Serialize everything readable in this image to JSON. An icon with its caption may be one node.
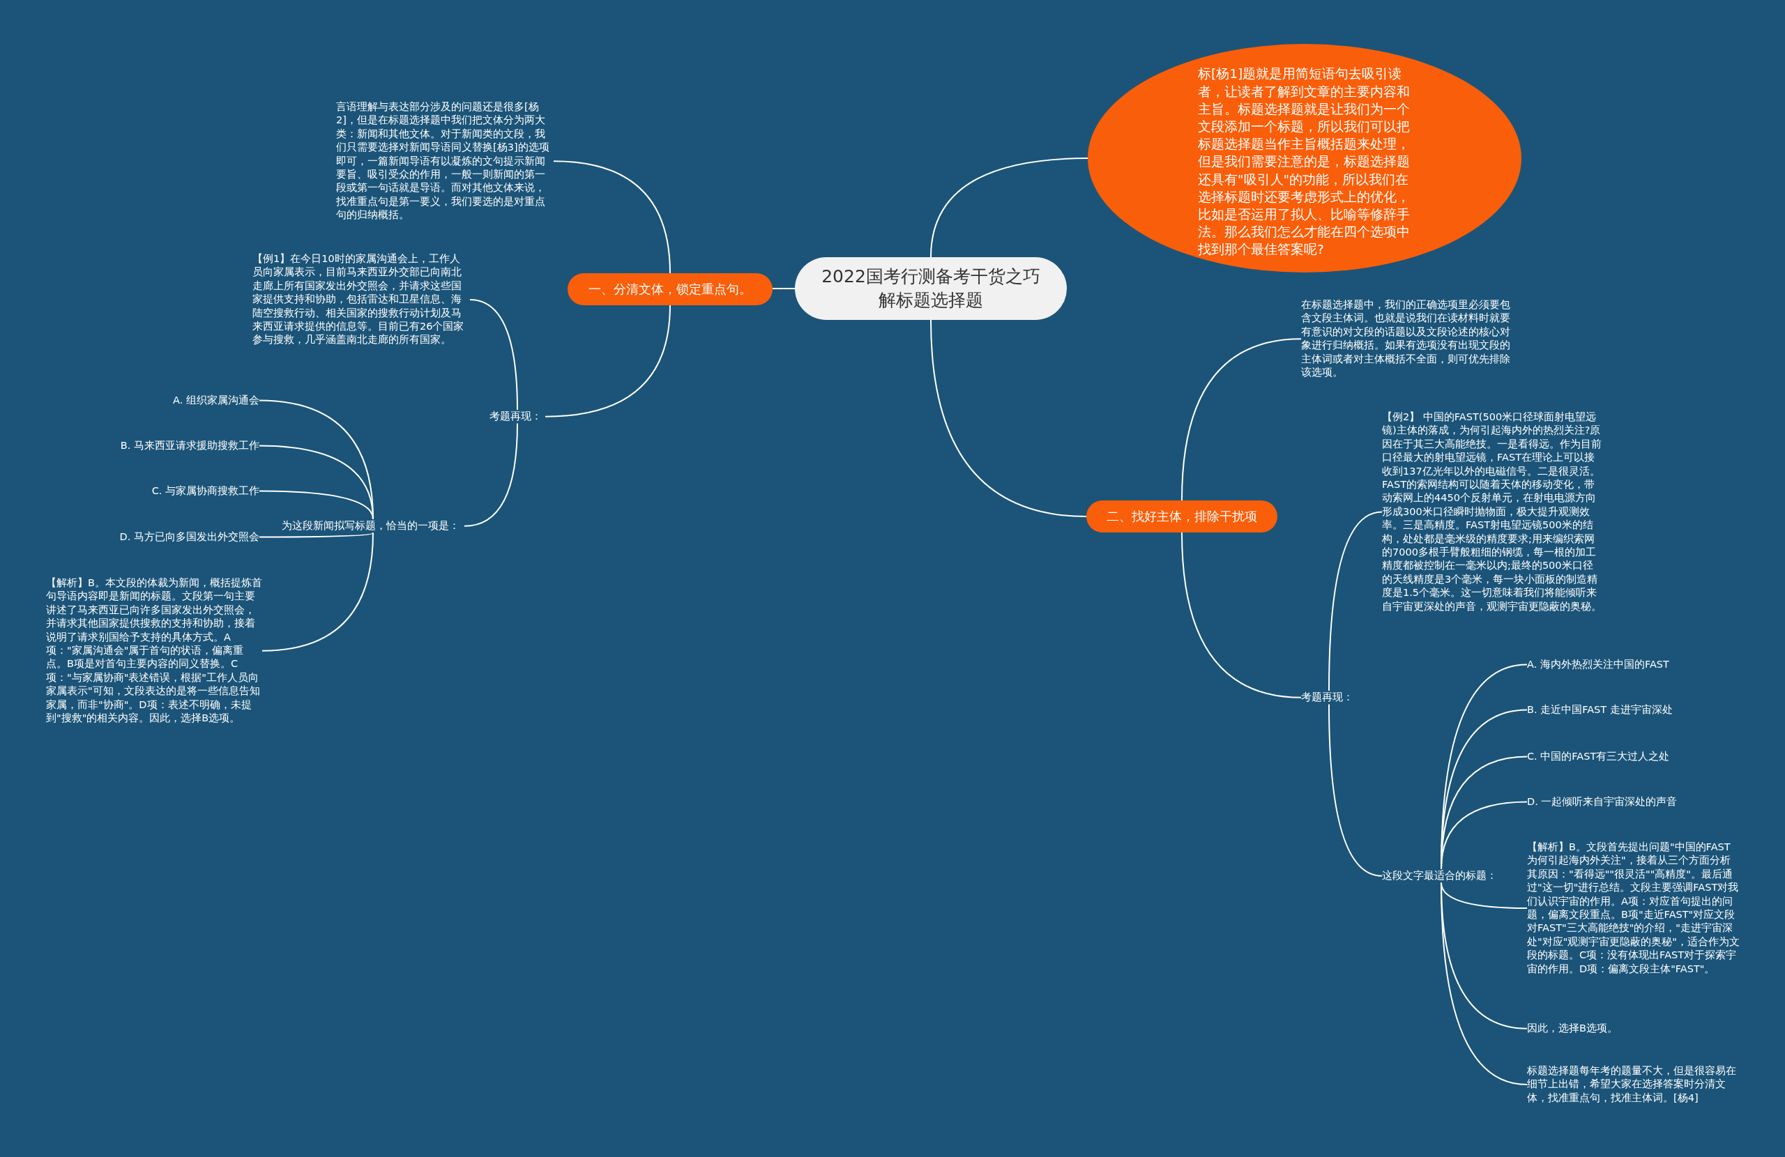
{
  "diagram": {
    "nodes": [
      {
        "text": [
          "2022国考行测备考干货之巧解标题选择题"
        ]
      },
      {
        "text": [
          "标[杨1]题就是用简短语句去吸引读者，让读者了解到文章的主要内容和主旨。标题选择题就是让我们为一个文段添加一个标题，所以我们可以把标题选择题当作主旨概括题来处理，但是我们需要注意的是，标题选择题还具有\"吸引人\"的功能，所以我们在选择标题时还要考虑形式上的优化，比如是否运用了拟人、比喻等修辞手法。那么我们怎么才能在四个选项中找到那个最佳答案呢?"
        ]
      },
      {
        "text": [
          "一、分清文体，锁定重点句。"
        ]
      },
      {
        "text": [
          "言语理解与表达部分涉及的问题还是很多[杨2]，但是在标题选择题中我们把文体分为两大类：新闻和其他文体。对于新闻类的文段，我们只需要选择对新闻导语同义替换[杨3]的选项即可，一篇新闻导语有以凝炼的文句提示新闻要旨、吸引受众的作用，一般一则新闻的第一段或第一句话就是导语。而对其他文体来说，找准重点句是第一要义，我们要选的是对重点句的归纳概括。"
        ]
      },
      {
        "text": [
          "考题再现："
        ]
      },
      {
        "text": [
          "【例1】在今日10时的家属沟通会上，工作人员向家属表示，目前马来西亚外交部已向南北走廊上所有国家发出外交照会，并请求这些国家提供支持和协助，包括雷达和卫星信息、海陆空搜救行动、相关国家的搜救行动计划及马来西亚请求提供的信息等。目前已有26个国家参与搜救，几乎涵盖南北走廊的所有国家。"
        ]
      },
      {
        "text": [
          "为这段新闻拟写标题，恰当的一项是："
        ]
      },
      {
        "text": [
          "A. 组织家属沟通会"
        ]
      },
      {
        "text": [
          "B. 马来西亚请求援助搜救工作"
        ]
      },
      {
        "text": [
          "C. 与家属协商搜救工作"
        ]
      },
      {
        "text": [
          "D. 马方已向多国发出外交照会"
        ]
      },
      {
        "text": [
          "【解析】B。本文段的体裁为新闻，概括提炼首句导语内容即是新闻的标题。文段第一句主要讲述了马来西亚已向许多国家发出外交照会，并请求其他国家提供搜救的支持和协助，接着说明了请求别国给予支持的具体方式。A项：\"家属沟通会\"属于首句的状语，偏离重点。B项是对首句主要内容的同义替换。C项：\"与家属协商\"表述错误，根据\"工作人员向家属表示\"可知，文段表达的是将一些信息告知家属，而非\"协商\"。D项：表述不明确，未提到\"搜救\"的相关内容。因此，选择B选项。"
        ]
      },
      {
        "text": [
          "二、找好主体，排除干扰项"
        ]
      },
      {
        "text": [
          "在标题选择题中，我们的正确选项里必须要包含文段主体词。也就是说我们在读材料时就要有意识的对文段的话题以及文段论述的核心对象进行归纳概括。如果有选项没有出现文段的主体词或者对主体概括不全面，则可优先排除该选项。"
        ]
      },
      {
        "text": [
          "考题再现："
        ]
      },
      {
        "text": [
          "【例2】 中国的FAST(500米口径球面射电望远镜)主体的落成，为何引起海内外的热烈关注?原因在于其三大高能绝技。一是看得远。作为目前口径最大的射电望远镜，FAST在理论上可以接收到137亿光年以外的电磁信号。二是很灵活。FAST的索网结构可以随着天体的移动变化，带动索网上的4450个反射单元，在射电电源方向形成300米口径瞬时抛物面，极大提升观测效率。三是高精度。FAST射电望远镜500米的结构，处处都是毫米级的精度要求;用来编织索网的7000多根手臂般粗细的钢缆，每一根的加工精度都被控制在一毫米以内;最终的500米口径的天线精度是3个毫米，每一块小面板的制造精度是1.5个毫米。这一切意味着我们将能倾听来自宇宙更深处的声音，观测宇宙更隐蔽的奥秘。"
        ]
      },
      {
        "text": [
          "这段文字最适合的标题："
        ]
      },
      {
        "text": [
          "A. 海内外热烈关注中国的FAST"
        ]
      },
      {
        "text": [
          "B. 走近中国FAST 走进宇宙深处"
        ]
      },
      {
        "text": [
          "C. 中国的FAST有三大过人之处"
        ]
      },
      {
        "text": [
          "D. 一起倾听来自宇宙深处的声音"
        ]
      },
      {
        "text": [
          "【解析】B。文段首先提出问题\"中国的FAST为何引起海内外关注\"，接着从三个方面分析其原因：\"看得远\"\"很灵活\"\"高精度\"。最后通过\"这一切\"进行总结。文段主要强调FAST对我们认识宇宙的作用。A项：对应首句提出的问题，偏离文段重点。B项\"走近FAST\"对应文段对FAST\"三大高能绝技\"的介绍，\"走进宇宙深处\"对应\"观测宇宙更隐蔽的奥秘\"，适合作为文段的标题。C项：没有体现出FAST对于探索宇宙的作用。D项：偏离文段主体\"FAST\"。"
        ]
      },
      {
        "text": [
          "因此，选择B选项。"
        ]
      },
      {
        "text": [
          "标题选择题每年考的题量不大，但是很容易在细节上出错，希望大家在选择答案时分清文体，找准重点句，找准主体词。[杨4]"
        ]
      }
    ],
    "edges": [
      {
        "from": 0,
        "to": 1,
        "arrow": "none"
      },
      {
        "from": 0,
        "to": 2,
        "arrow": "none"
      },
      {
        "from": 2,
        "to": 3,
        "arrow": "none"
      },
      {
        "from": 2,
        "to": 4,
        "arrow": "none"
      },
      {
        "from": 4,
        "to": 5,
        "arrow": "none"
      },
      {
        "from": 4,
        "to": 6,
        "arrow": "none"
      },
      {
        "from": 6,
        "to": 7,
        "arrow": "none"
      },
      {
        "from": 6,
        "to": 8,
        "arrow": "none"
      },
      {
        "from": 6,
        "to": 9,
        "arrow": "none"
      },
      {
        "from": 6,
        "to": 10,
        "arrow": "none"
      },
      {
        "from": 6,
        "to": 11,
        "arrow": "none"
      },
      {
        "from": 0,
        "to": 12,
        "arrow": "none"
      },
      {
        "from": 12,
        "to": 13,
        "arrow": "none"
      },
      {
        "from": 12,
        "to": 14,
        "arrow": "none"
      },
      {
        "from": 14,
        "to": 15,
        "arrow": "none"
      },
      {
        "from": 14,
        "to": 16,
        "arrow": "none"
      },
      {
        "from": 16,
        "to": 17,
        "arrow": "none"
      },
      {
        "from": 16,
        "to": 18,
        "arrow": "none"
      },
      {
        "from": 16,
        "to": 19,
        "arrow": "none"
      },
      {
        "from": 16,
        "to": 20,
        "arrow": "none"
      },
      {
        "from": 16,
        "to": 21,
        "arrow": "none"
      },
      {
        "from": 16,
        "to": 22,
        "arrow": "none"
      },
      {
        "from": 16,
        "to": 23,
        "arrow": "none"
      }
    ]
  }
}
